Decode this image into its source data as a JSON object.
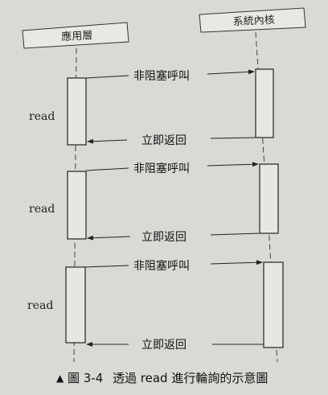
{
  "lanes": [
    {
      "title": "應用層"
    },
    {
      "title": "系統內核"
    }
  ],
  "exchanges": [
    {
      "side_label": "read",
      "call": "非阻塞呼叫",
      "reply": "立即返回"
    },
    {
      "side_label": "read",
      "call": "非阻塞呼叫",
      "reply": "立即返回"
    },
    {
      "side_label": "read",
      "call": "非阻塞呼叫",
      "reply": "立即返回"
    }
  ],
  "caption": {
    "mark": "▲",
    "number": "圖 3-4",
    "text": "透過 read 進行輪詢的示意圖"
  }
}
